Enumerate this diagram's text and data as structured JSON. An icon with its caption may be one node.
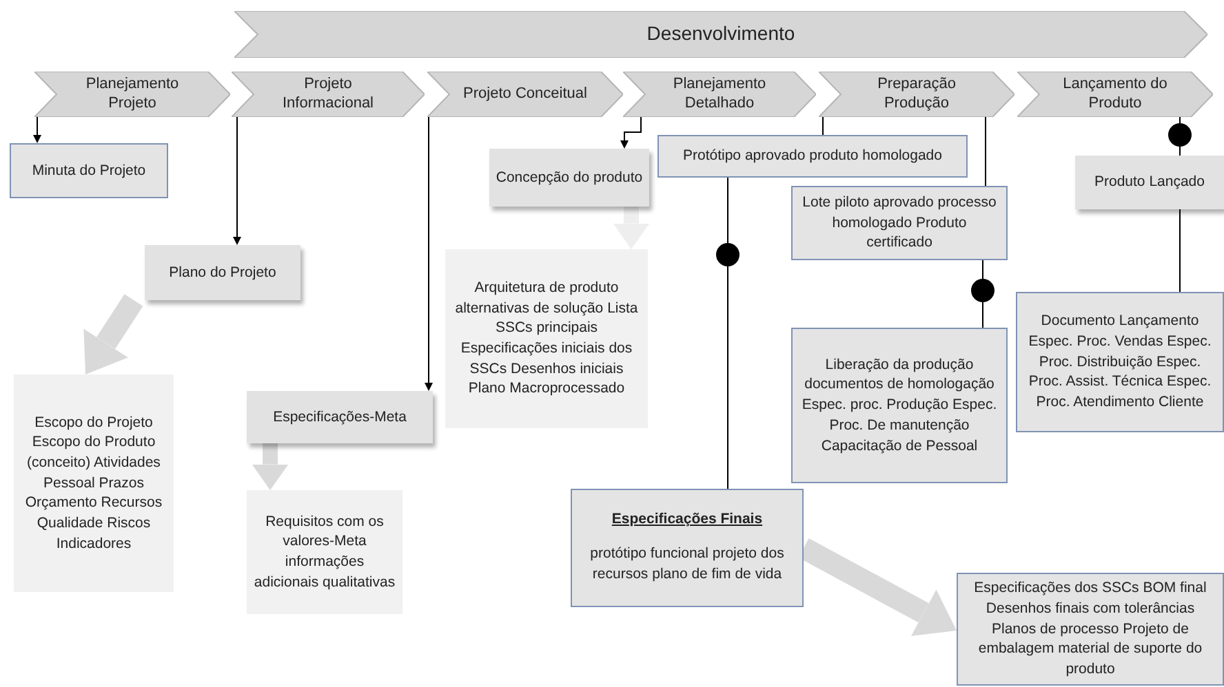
{
  "diagram": {
    "nodes": [
      {
        "text": [
          "Desenvolvimento"
        ]
      },
      {
        "text": [
          "Planejamento Projeto"
        ]
      },
      {
        "text": [
          "Projeto Informacional"
        ]
      },
      {
        "text": [
          "Projeto Conceitual"
        ]
      },
      {
        "text": [
          "Planejamento Detalhado"
        ]
      },
      {
        "text": [
          "Preparação Produção"
        ]
      },
      {
        "text": [
          "Lançamento do Produto"
        ]
      },
      {
        "text": [
          "Minuta do Projeto"
        ]
      },
      {
        "text": [
          "Plano do Projeto"
        ]
      },
      {
        "text": [
          "Escopo do Projeto Escopo do Produto (conceito) Atividades Pessoal Prazos Orçamento Recursos Qualidade Riscos Indicadores"
        ]
      },
      {
        "text": [
          "Especificações-Meta"
        ]
      },
      {
        "text": [
          "Requisitos com os valores-Meta informações adicionais qualitativas"
        ]
      },
      {
        "text": [
          "Concepção do produto"
        ]
      },
      {
        "text": [
          "Arquitetura de produto alternativas de solução Lista SSCs principais Especificações iniciais dos SSCs Desenhos iniciais Plano Macroprocessado"
        ]
      },
      {
        "text": [
          "Protótipo aprovado produto homologado"
        ]
      },
      {
        "text": [
          "Lote piloto aprovado processo homologado Produto certificado"
        ]
      },
      {
        "text": [
          "Liberação da produção documentos de homologação Espec. proc. Produção Espec. Proc. De manutenção Capacitação de Pessoal"
        ]
      },
      {
        "text": [
          "Produto Lançado"
        ]
      },
      {
        "text": [
          "Documento Lançamento Espec. Proc. Vendas Espec. Proc. Distribuição Espec. Proc. Assist. Técnica Espec. Proc. Atendimento Cliente"
        ]
      },
      {
        "text": [
          "Especificações Finais",
          "protótipo funcional projeto dos recursos plano de fim de vida"
        ]
      },
      {
        "text": [
          "Especificações dos SSCs BOM final Desenhos finais com tolerâncias Planos de processo Projeto de embalagem material de suporte do produto"
        ]
      }
    ],
    "edges": [
      {
        "from": 1,
        "to": 7,
        "arrow": "to"
      },
      {
        "from": 2,
        "to": 8,
        "arrow": "to"
      },
      {
        "from": 3,
        "to": 10,
        "arrow": "to"
      },
      {
        "from": 4,
        "to": 12,
        "arrow": "to"
      },
      {
        "from": 5,
        "to": 14,
        "arrow": "none"
      },
      {
        "from": 5,
        "to": 15,
        "arrow": "none"
      },
      {
        "from": 6,
        "to": 17,
        "arrow": "none"
      },
      {
        "from": 17,
        "to": 18,
        "arrow": "none"
      },
      {
        "from": 14,
        "to": 19,
        "arrow": "none"
      },
      {
        "from": 15,
        "to": 16,
        "arrow": "none"
      },
      {
        "from": 8,
        "to": 9,
        "arrow": "to",
        "style": "thick",
        "color": "#d9d9d9"
      },
      {
        "from": 12,
        "to": 13,
        "arrow": "to",
        "style": "thick",
        "color": "#eeeeee"
      },
      {
        "from": 10,
        "to": 11,
        "arrow": "to",
        "style": "thick",
        "color": "#d9d9d9"
      },
      {
        "from": 19,
        "to": 20,
        "arrow": "to",
        "style": "thick",
        "color": "#d9d9d9"
      }
    ]
  }
}
